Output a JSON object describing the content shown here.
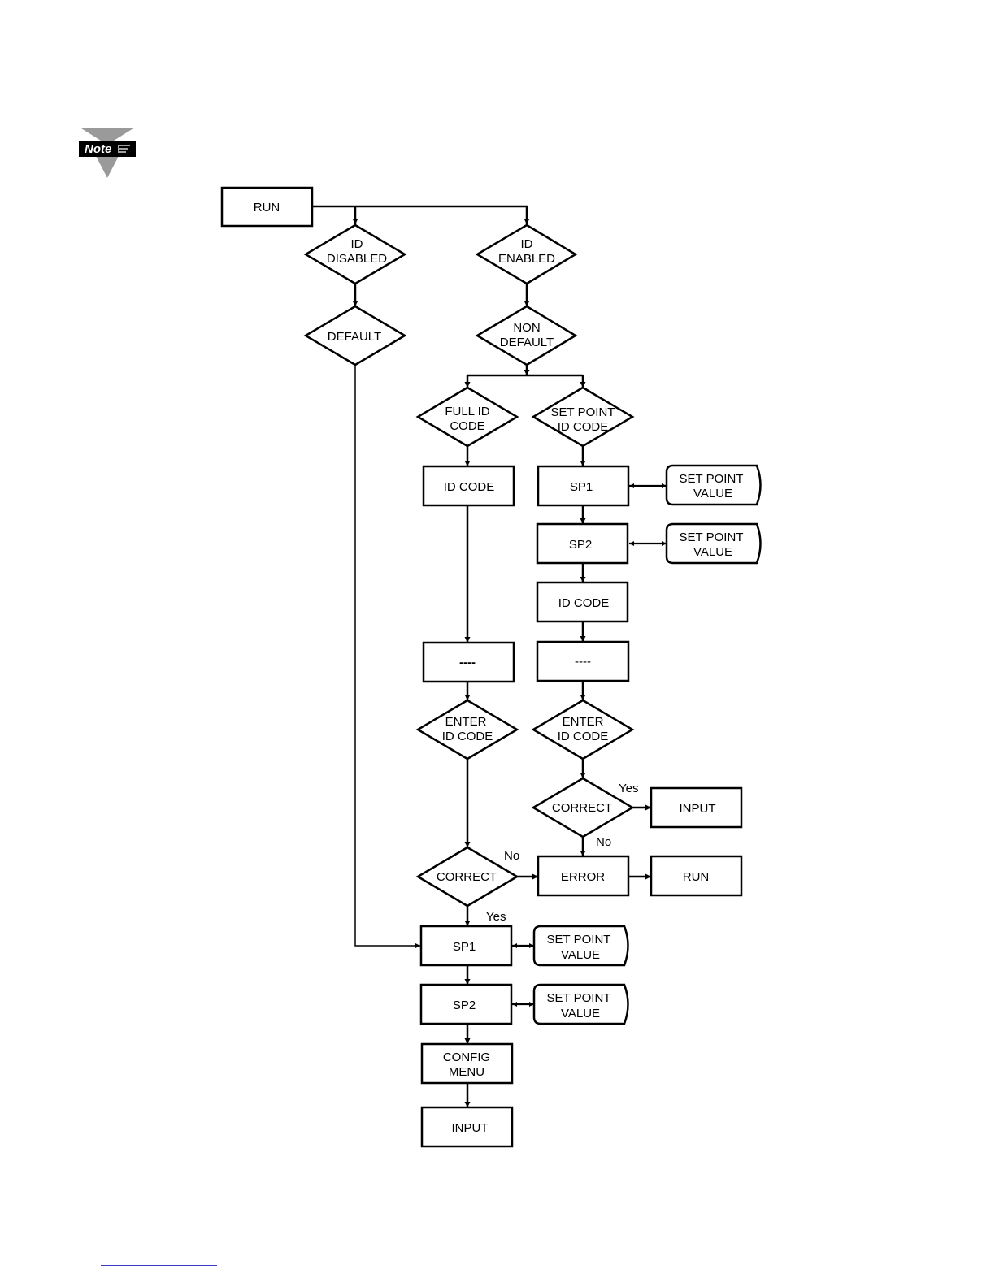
{
  "note": {
    "label": "Note",
    "icon": "pointing-hand-icon"
  },
  "nodes": {
    "run_top": "RUN",
    "id_disabled": [
      "ID",
      "DISABLED"
    ],
    "id_enabled": [
      "ID",
      "ENABLED"
    ],
    "default": "DEFAULT",
    "non_default": [
      "NON",
      "DEFAULT"
    ],
    "full_id_code": [
      "FULL ID",
      "CODE"
    ],
    "set_point_id_code": [
      "SET POINT",
      "ID CODE"
    ],
    "id_code_left": "ID CODE",
    "sp1_right": "SP1",
    "sp2_right": "SP2",
    "id_code_right": "ID CODE",
    "dashes_left": "----",
    "dashes_right": "----",
    "enter_id_left": [
      "ENTER",
      "ID CODE"
    ],
    "enter_id_right": [
      "ENTER",
      "ID CODE"
    ],
    "correct_right": "CORRECT",
    "input_right": "INPUT",
    "correct_left": "CORRECT",
    "error": "ERROR",
    "run_bottom": "RUN",
    "sp1_bottom": "SP1",
    "sp2_bottom": "SP2",
    "config_menu": [
      "CONFIG",
      "MENU"
    ],
    "input_bottom": "INPUT",
    "set_point_value": [
      "SET POINT",
      "VALUE"
    ]
  },
  "edge_labels": {
    "yes": "Yes",
    "no": "No"
  },
  "colors": {
    "line": "#000000",
    "note_triangle": "#9a9a9a",
    "note_label_bg": "#000000",
    "footer_rule": "#3a3acb"
  }
}
